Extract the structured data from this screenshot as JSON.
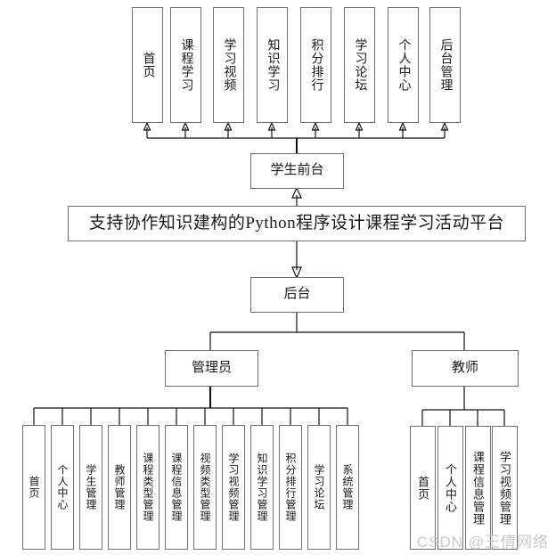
{
  "diagram": {
    "title_box": {
      "label": "支持协作知识建构的Python程序设计课程学习活动平台"
    },
    "student_frontend": {
      "label": "学生前台"
    },
    "backend": {
      "label": "后台"
    },
    "admin": {
      "label": "管理员"
    },
    "teacher": {
      "label": "教师"
    },
    "student_modules": [
      {
        "label": "首页"
      },
      {
        "label": "课程学习"
      },
      {
        "label": "学习视频"
      },
      {
        "label": "知识学习"
      },
      {
        "label": "积分排行"
      },
      {
        "label": "学习论坛"
      },
      {
        "label": "个人中心"
      },
      {
        "label": "后台管理"
      }
    ],
    "admin_modules": [
      {
        "label": "首页"
      },
      {
        "label": "个人中心"
      },
      {
        "label": "学生管理"
      },
      {
        "label": "教师管理"
      },
      {
        "label": "课程类型管理"
      },
      {
        "label": "课程信息管理"
      },
      {
        "label": "视频类型管理"
      },
      {
        "label": "学习视频管理"
      },
      {
        "label": "知识学习管理"
      },
      {
        "label": "积分排行管理"
      },
      {
        "label": "学习论坛"
      },
      {
        "label": "系统管理"
      }
    ],
    "teacher_modules": [
      {
        "label": "首页"
      },
      {
        "label": "个人中心"
      },
      {
        "label": "课程信息管理"
      },
      {
        "label": "学习视频管理"
      }
    ],
    "watermark": {
      "text": "CSDN @王倩网络"
    },
    "colors": {
      "box_border": "#6b6f76",
      "line": "#101010",
      "text": "#1a1a1a",
      "watermark": "#c9c9c9",
      "background": "#ffffff"
    }
  }
}
